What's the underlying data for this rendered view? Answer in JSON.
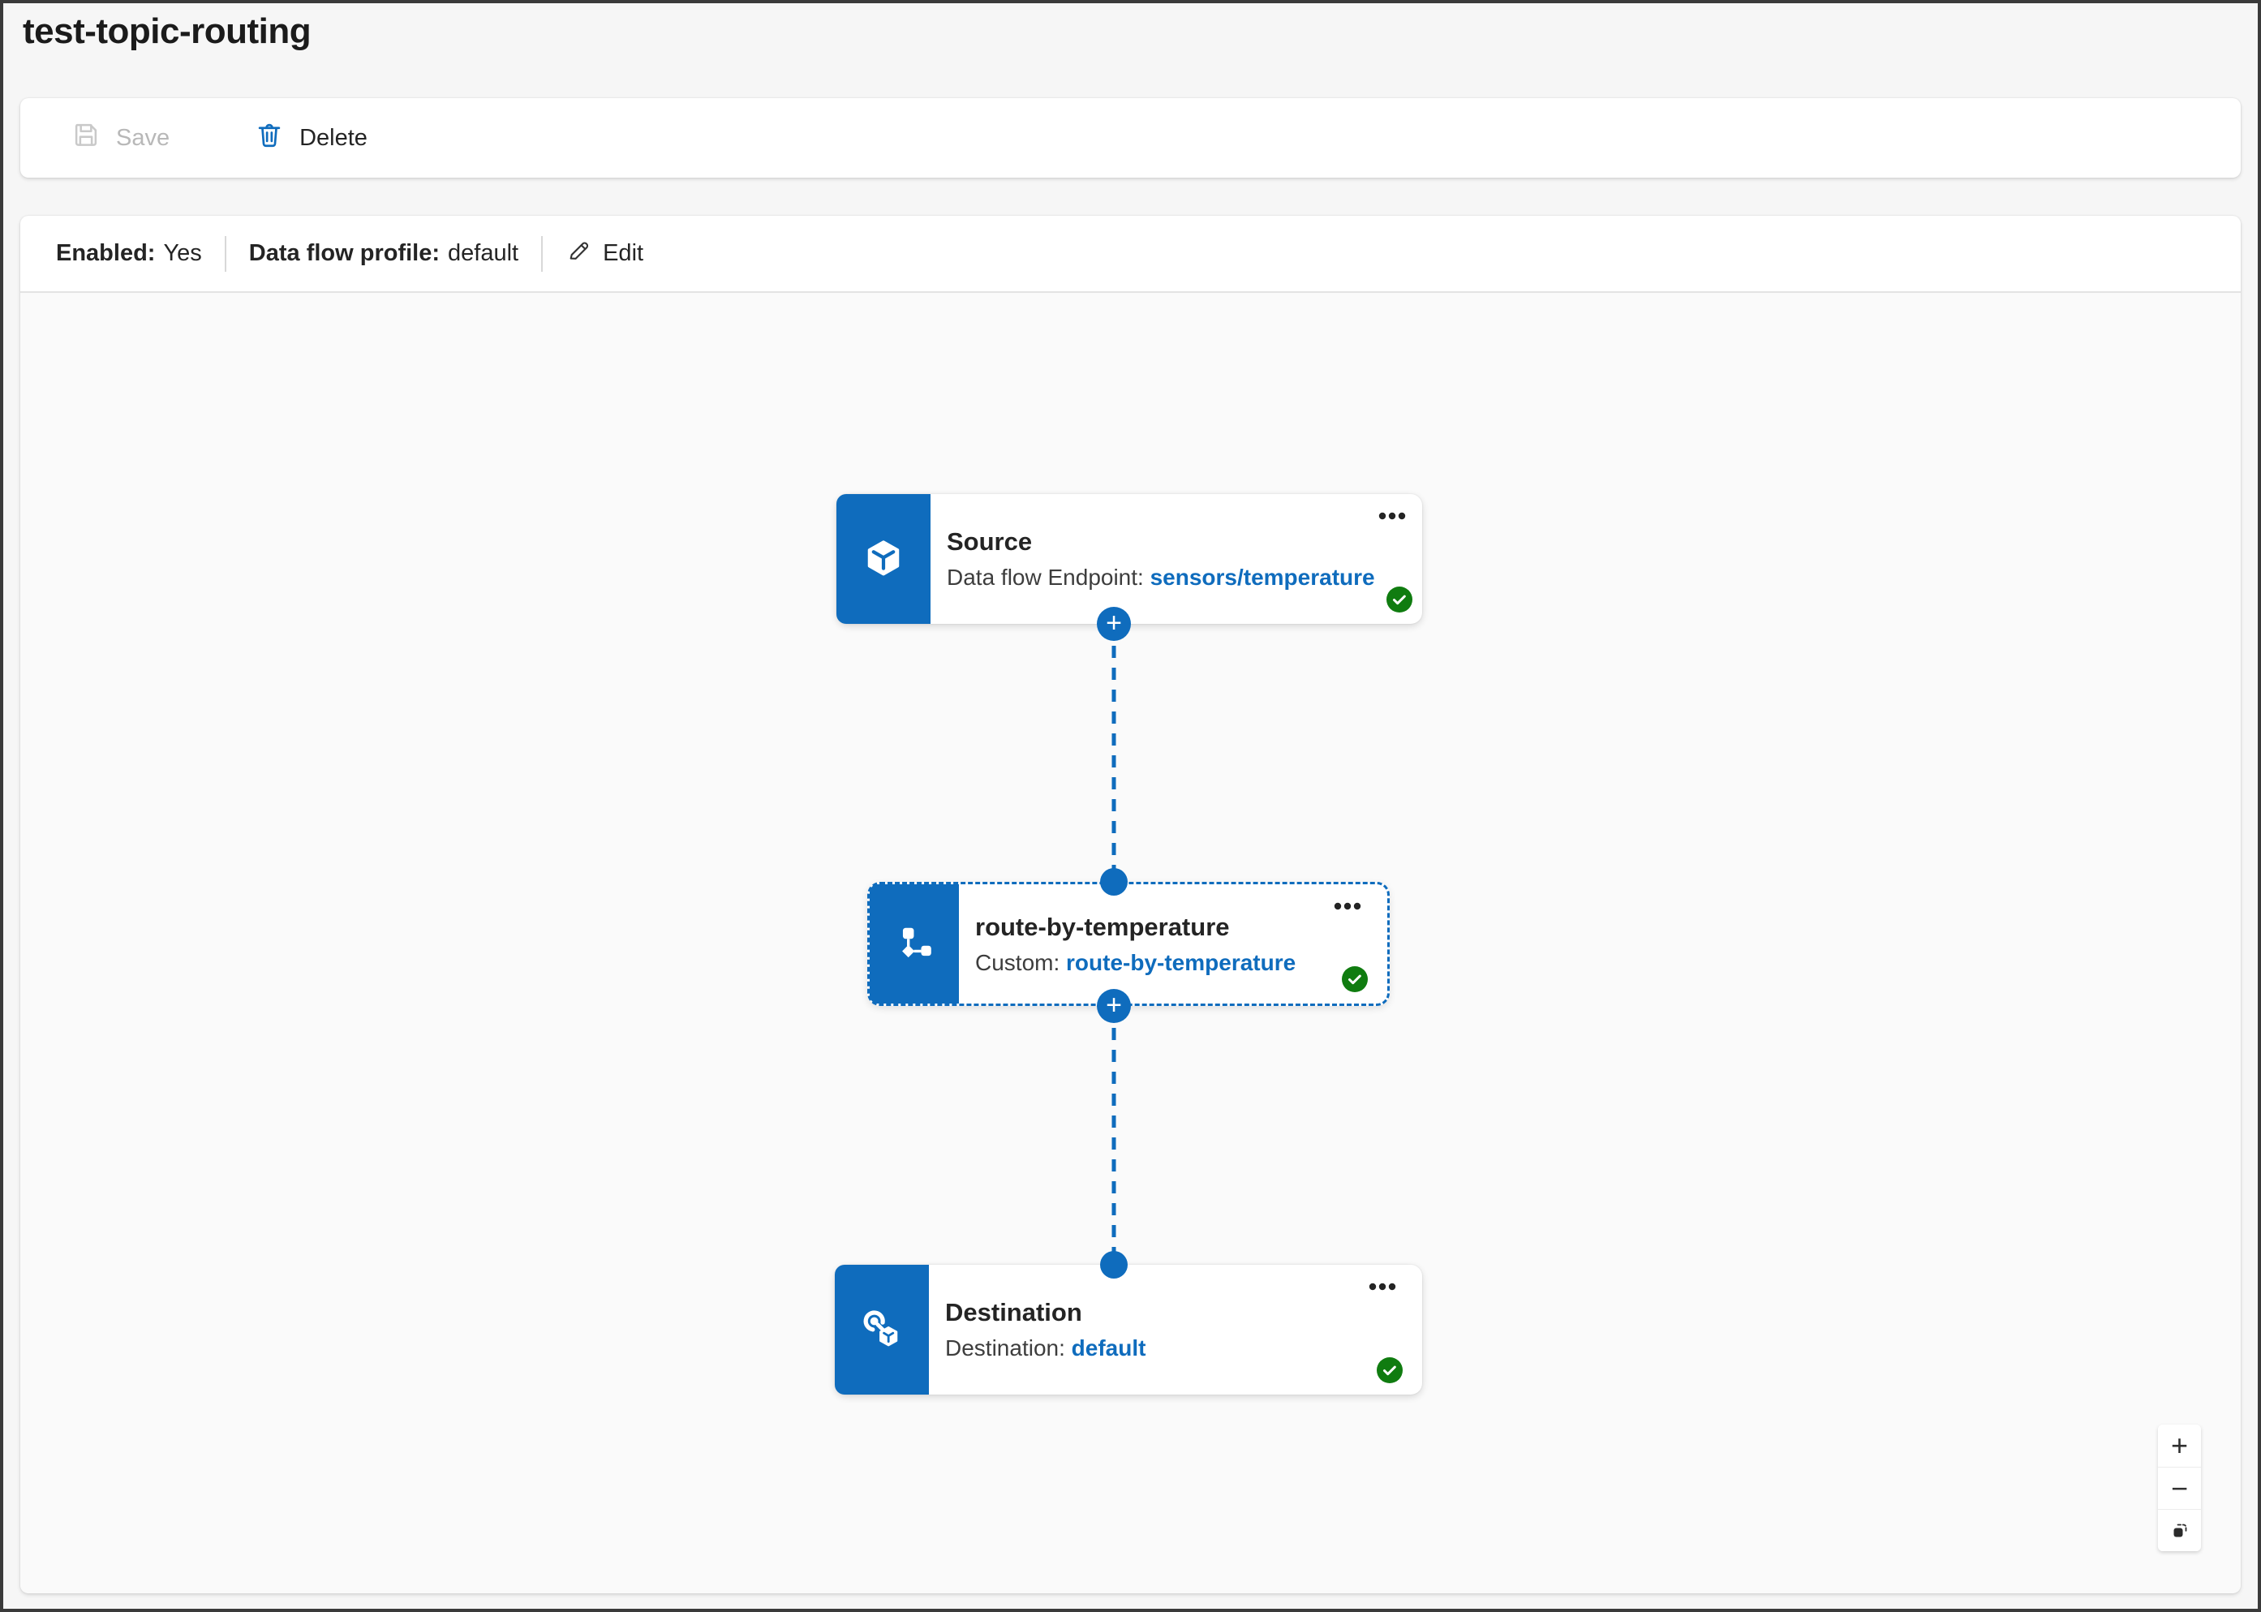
{
  "title": "test-topic-routing",
  "toolbar": {
    "save_label": "Save",
    "delete_label": "Delete"
  },
  "status_bar": {
    "enabled_label": "Enabled:",
    "enabled_value": "Yes",
    "profile_label": "Data flow profile:",
    "profile_value": "default",
    "edit_label": "Edit"
  },
  "nodes": [
    {
      "title": "Source",
      "subtitle_label": "Data flow Endpoint:",
      "subtitle_value": "sensors/temperature",
      "icon": "source-endpoint-icon",
      "status": "success",
      "selected": false
    },
    {
      "title": "route-by-temperature",
      "subtitle_label": "Custom:",
      "subtitle_value": "route-by-temperature",
      "icon": "transform-icon",
      "status": "success",
      "selected": true
    },
    {
      "title": "Destination",
      "subtitle_label": "Destination:",
      "subtitle_value": "default",
      "icon": "destination-endpoint-icon",
      "status": "success",
      "selected": false
    }
  ],
  "connectors": {
    "add_label": "+"
  },
  "canvas_controls": {
    "zoom_in_label": "+",
    "zoom_out_label": "−",
    "fit_view": "fit-view-icon"
  },
  "colors": {
    "accent": "#0f6cbd",
    "success": "#107c10",
    "text": "#242424",
    "canvas_bg": "#fafafa"
  }
}
